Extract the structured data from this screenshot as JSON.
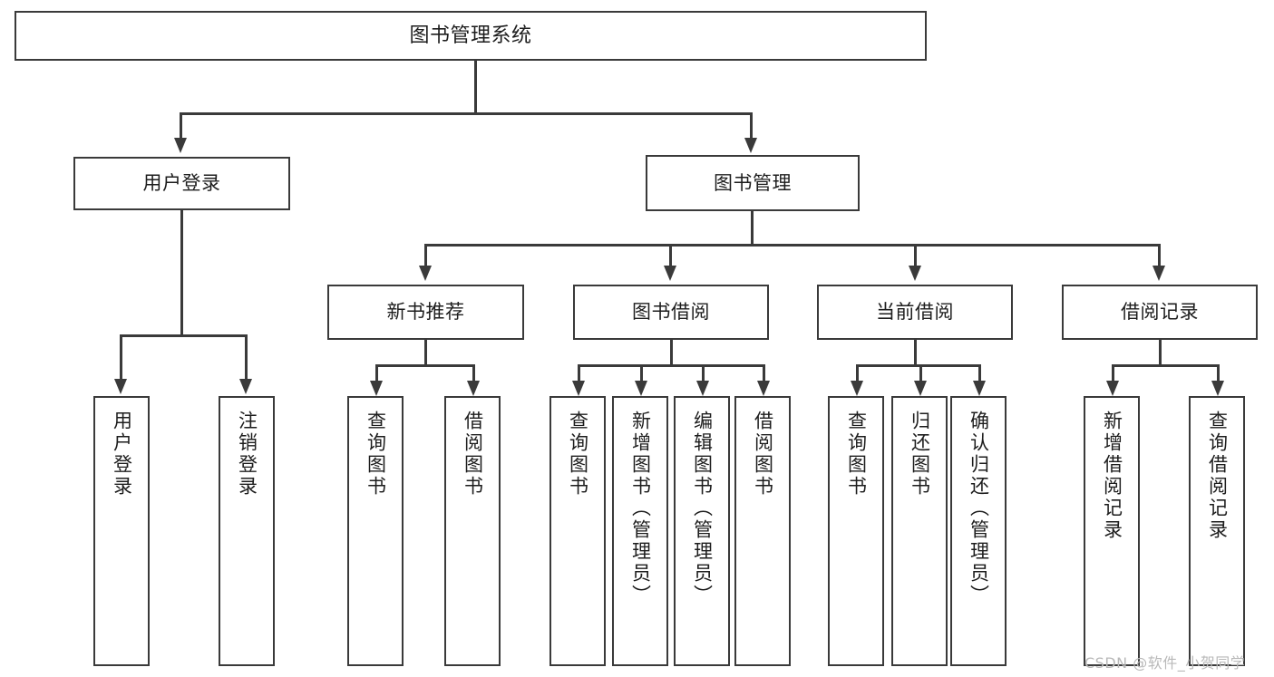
{
  "diagram": {
    "type": "tree",
    "title": "图书管理系统",
    "root": {
      "id": "root",
      "label": "图书管理系统"
    },
    "level2": [
      {
        "id": "user-login",
        "label": "用户登录"
      },
      {
        "id": "book-manage",
        "label": "图书管理"
      }
    ],
    "level3": [
      {
        "id": "new-book-recommend",
        "label": "新书推荐",
        "parent": "book-manage"
      },
      {
        "id": "book-borrow",
        "label": "图书借阅",
        "parent": "book-manage"
      },
      {
        "id": "current-borrow",
        "label": "当前借阅",
        "parent": "book-manage"
      },
      {
        "id": "borrow-record",
        "label": "借阅记录",
        "parent": "book-manage"
      }
    ],
    "leaves": [
      {
        "id": "leaf-user-login",
        "label": "用户登录",
        "parent": "user-login"
      },
      {
        "id": "leaf-logout-login",
        "label": "注销登录",
        "parent": "user-login"
      },
      {
        "id": "leaf-query-book-1",
        "label": "查询图书",
        "parent": "new-book-recommend"
      },
      {
        "id": "leaf-borrow-book-1",
        "label": "借阅图书",
        "parent": "new-book-recommend"
      },
      {
        "id": "leaf-query-book-2",
        "label": "查询图书",
        "parent": "book-borrow"
      },
      {
        "id": "leaf-add-book",
        "label": "新增图书（管理员）",
        "parent": "book-borrow"
      },
      {
        "id": "leaf-edit-book",
        "label": "编辑图书（管理员）",
        "parent": "book-borrow"
      },
      {
        "id": "leaf-borrow-book-2",
        "label": "借阅图书",
        "parent": "book-borrow"
      },
      {
        "id": "leaf-query-book-3",
        "label": "查询图书",
        "parent": "current-borrow"
      },
      {
        "id": "leaf-return-book",
        "label": "归还图书",
        "parent": "current-borrow"
      },
      {
        "id": "leaf-confirm-return",
        "label": "确认归还（管理员）",
        "parent": "current-borrow"
      },
      {
        "id": "leaf-add-record",
        "label": "新增借阅记录",
        "parent": "borrow-record"
      },
      {
        "id": "leaf-query-record",
        "label": "查询借阅记录",
        "parent": "borrow-record"
      }
    ]
  },
  "watermark": {
    "text": "CSDN @软件_小贺同学"
  },
  "colors": {
    "stroke": "#3a3a3a",
    "background": "#ffffff",
    "text": "#1d1d1d",
    "watermark": "#b9b9b9"
  }
}
